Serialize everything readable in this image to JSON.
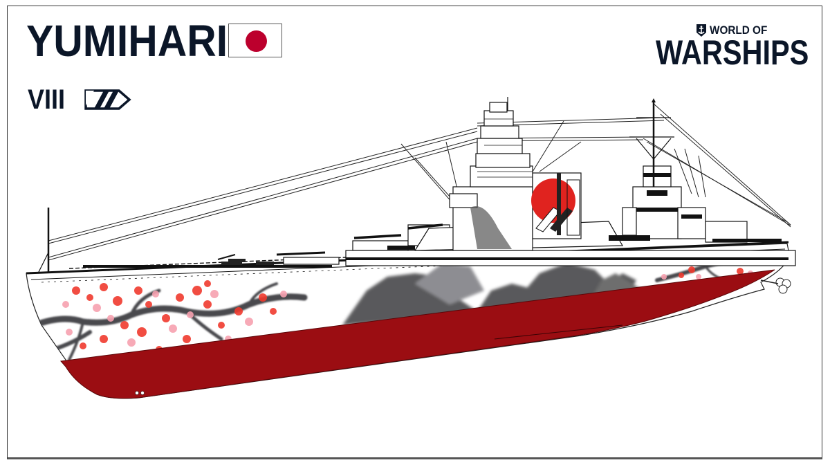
{
  "card": {
    "ship_name": "YUMIHARI",
    "nation": "Japan",
    "nation_flag": {
      "icon": "japan-flag-icon",
      "field_color": "#ffffff",
      "disc_color": "#bc002d"
    },
    "tier": "VIII",
    "ship_class_icon": "battleship-class-icon",
    "text_color": "#0b1628"
  },
  "logo": {
    "top_line": "WORLD OF",
    "bottom_line": "WARSHIPS",
    "emblem_icon": "anchor-shield-icon"
  },
  "illustration": {
    "subject": "battleship side profile",
    "hull_lower_color": "#9b0d12",
    "hull_upper_color": "#ffffff",
    "camouflage": "cherry blossom and ink-wash mountains",
    "blossom_colors": [
      "#f03a2e",
      "#f7a1b0"
    ],
    "ink_color": "#3a3a3e",
    "funnel_accent_color": "#e0231f"
  }
}
